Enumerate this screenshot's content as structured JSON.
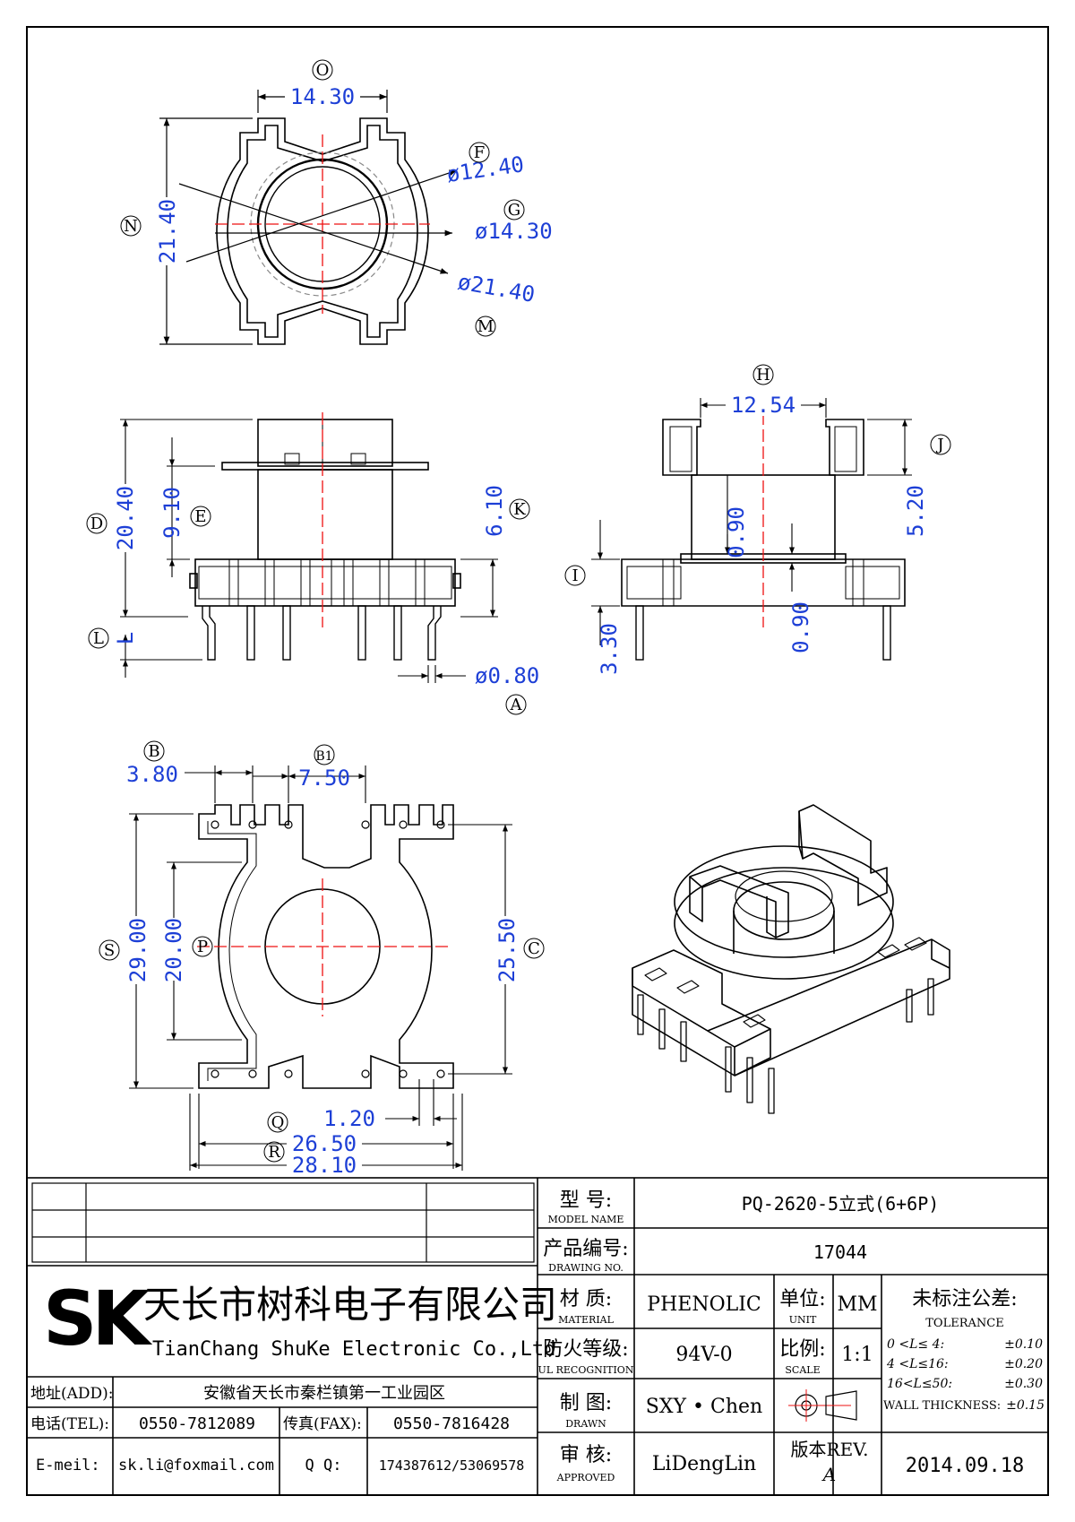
{
  "top_view": {
    "labels": {
      "O": "O",
      "F": "F",
      "G": "G",
      "N": "N",
      "M": "M"
    },
    "dims": {
      "width": "14.30",
      "height": "21.40",
      "d1": "ø12.40",
      "d2": "ø14.30",
      "d3": "ø21.40"
    }
  },
  "front_view": {
    "labels": {
      "D": "D",
      "E": "E",
      "K": "K",
      "L": "L",
      "A": "A"
    },
    "dims": {
      "total_height": "20.40",
      "flange_height": "9.10",
      "side_height": "6.10",
      "pin_len": "L",
      "pin_dia": "ø0.80"
    }
  },
  "side_view": {
    "labels": {
      "H": "H",
      "J": "J",
      "I": "I"
    },
    "dims": {
      "width": "12.54",
      "upper": "5.20",
      "flange1": "0.90",
      "flange2": "0.90",
      "base": "3.30"
    }
  },
  "bottom_view": {
    "labels": {
      "B": "B",
      "B1": "B1",
      "S": "S",
      "P": "P",
      "C": "C",
      "Q": "Q",
      "R": "R"
    },
    "dims": {
      "pitch_b": "3.80",
      "pitch_b1": "7.50",
      "total_h": "29.00",
      "inner_h": "20.00",
      "pin_row_h": "25.50",
      "slot": "1.20",
      "pin_span": "26.50",
      "total_w": "28.10"
    }
  },
  "title_block": {
    "rev": "A",
    "company": {
      "logo": "SK",
      "name_cn": "天长市树科电子有限公司",
      "name_en": "TianChang ShuKe Electronic Co.,Ltd"
    },
    "contact": {
      "addr_label": "地址(ADD):",
      "addr": "安徽省天长市秦栏镇第一工业园区",
      "tel_label": "电话(TEL):",
      "tel": "0550-7812089",
      "fax_label": "传真(FAX):",
      "fax": "0550-7816428",
      "email_label": "E-meil:",
      "email": "sk.li@foxmail.com",
      "qq_label": "Q Q:",
      "qq": "174387612/53069578"
    },
    "model_label": "型 号:",
    "model_label_en": "MODEL NAME",
    "model": "PQ-2620-5立式(6+6P)",
    "drawing_label": "产品编号:",
    "drawing_label_en": "DRAWING NO.",
    "drawing_no": "17044",
    "material_label": "材 质:",
    "material_label_en": "MATERIAL",
    "material": "PHENOLIC",
    "unit_label": "单位:",
    "unit_label_en": "UNIT",
    "unit": "MM",
    "ul_label": "防火等级:",
    "ul_label_en": "UL RECOGNITION",
    "ul": "94V-0",
    "scale_label": "比例:",
    "scale_label_en": "SCALE",
    "scale": "1:1",
    "drawn_label": "制 图:",
    "drawn_label_en": "DRAWN",
    "drawn": "SXY • Chen",
    "approved_label": "审 核:",
    "approved_label_en": "APPROVED",
    "approved": "LiDengLin",
    "rev_label": "版本REV.",
    "date": "2014.09.18",
    "tolerance": {
      "title": "未标注公差:",
      "title_en": "TOLERANCE",
      "rows": [
        {
          "range": "0 <L≤ 4:",
          "value": "±0.10"
        },
        {
          "range": "4 <L≤16:",
          "value": "±0.20"
        },
        {
          "range": "16<L≤50:",
          "value": "±0.30"
        },
        {
          "range": "WALL THICKNESS:",
          "value": "±0.15"
        }
      ]
    }
  }
}
